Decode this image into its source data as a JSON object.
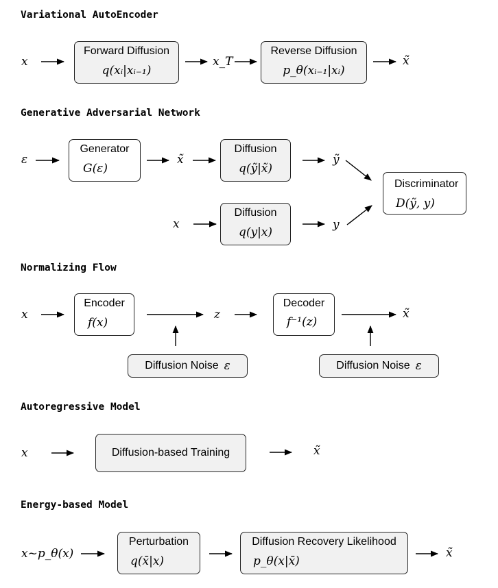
{
  "sections": {
    "vae": {
      "title": "Variational AutoEncoder",
      "input": "x",
      "box1": {
        "label": "Forward Diffusion",
        "formula": "q(xᵢ|xᵢ₋₁)"
      },
      "mid": "x_T",
      "box2": {
        "label": "Reverse Diffusion",
        "formula": "p_θ(xᵢ₋₁|xᵢ)"
      },
      "output": "x̃"
    },
    "gan": {
      "title": "Generative Adversarial Network",
      "input": "ε",
      "generator": {
        "label": "Generator",
        "formula": "G(ε)"
      },
      "x_tilde": "x̃",
      "diffusion1": {
        "label": "Diffusion",
        "formula": "q(ỹ|x̃)"
      },
      "y_tilde": "ỹ",
      "input2": "x",
      "diffusion2": {
        "label": "Diffusion",
        "formula": "q(y|x)"
      },
      "y": "y",
      "discriminator": {
        "label": "Discriminator",
        "formula": "D(ỹ, y)"
      }
    },
    "nf": {
      "title": "Normalizing Flow",
      "input": "x",
      "encoder": {
        "label": "Encoder",
        "formula": "f(x)"
      },
      "z": "z",
      "decoder": {
        "label": "Decoder",
        "formula": "f⁻¹(z)"
      },
      "output": "x̃",
      "noise1": "Diffusion Noise",
      "noise2": "Diffusion Noise",
      "epsilon": "ε"
    },
    "ar": {
      "title": "Autoregressive Model",
      "input": "x",
      "box": "Diffusion-based Training",
      "output": "x̃"
    },
    "ebm": {
      "title": "Energy-based Model",
      "input": "x~p_θ(x)",
      "perturbation": {
        "label": "Perturbation",
        "formula": "q(x̄|x)"
      },
      "recovery": {
        "label": "Diffusion Recovery Likelihood",
        "formula": "p_θ(x|x̄)"
      },
      "output": "x̃"
    }
  }
}
